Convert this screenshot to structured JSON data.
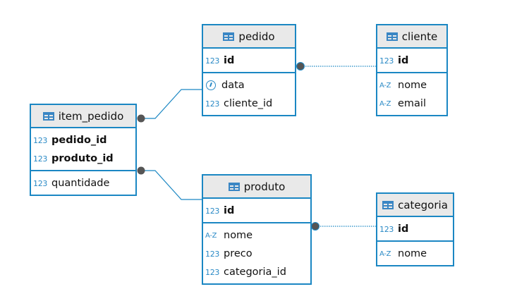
{
  "entities": [
    {
      "id": "pedido",
      "name": "pedido",
      "pk": [
        {
          "name": "id",
          "type": "123"
        }
      ],
      "cols": [
        {
          "name": "data",
          "type": "clock"
        },
        {
          "name": "cliente_id",
          "type": "123"
        }
      ]
    },
    {
      "id": "cliente",
      "name": "cliente",
      "pk": [
        {
          "name": "id",
          "type": "123"
        }
      ],
      "cols": [
        {
          "name": "nome",
          "type": "A-Z"
        },
        {
          "name": "email",
          "type": "A-Z"
        }
      ]
    },
    {
      "id": "item_pedido",
      "name": "item_pedido",
      "pk": [
        {
          "name": "pedido_id",
          "type": "123"
        },
        {
          "name": "produto_id",
          "type": "123"
        }
      ],
      "cols": [
        {
          "name": "quantidade",
          "type": "123"
        }
      ]
    },
    {
      "id": "produto",
      "name": "produto",
      "pk": [
        {
          "name": "id",
          "type": "123"
        }
      ],
      "cols": [
        {
          "name": "nome",
          "type": "A-Z"
        },
        {
          "name": "preco",
          "type": "123"
        },
        {
          "name": "categoria_id",
          "type": "123"
        }
      ]
    },
    {
      "id": "categoria",
      "name": "categoria",
      "pk": [
        {
          "name": "id",
          "type": "123"
        }
      ],
      "cols": [
        {
          "name": "nome",
          "type": "A-Z"
        }
      ]
    }
  ],
  "relations": [
    {
      "from": "item_pedido",
      "to": "pedido",
      "style": "solid"
    },
    {
      "from": "item_pedido",
      "to": "produto",
      "style": "solid"
    },
    {
      "from": "pedido",
      "to": "cliente",
      "style": "dotted"
    },
    {
      "from": "produto",
      "to": "categoria",
      "style": "dotted"
    }
  ],
  "colors": {
    "border": "#1b87c3",
    "header": "#e9e9e9",
    "dot": "#555555"
  }
}
